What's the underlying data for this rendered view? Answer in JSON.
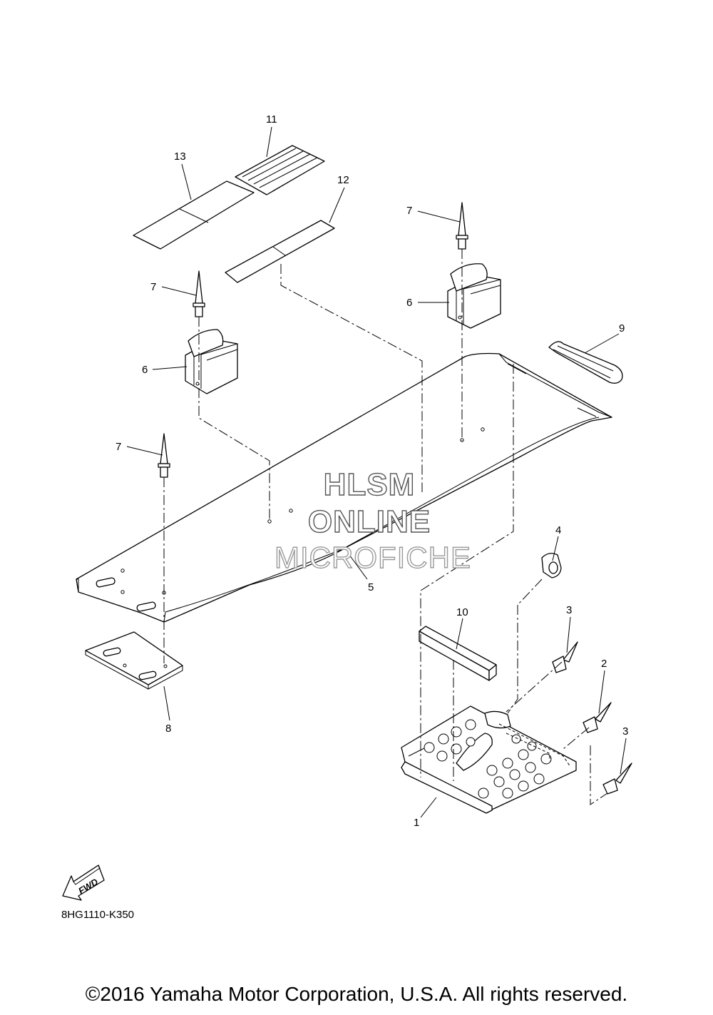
{
  "diagram": {
    "callouts": [
      {
        "id": "c1",
        "label": "1"
      },
      {
        "id": "c2",
        "label": "2"
      },
      {
        "id": "c3a",
        "label": "3"
      },
      {
        "id": "c3b",
        "label": "3"
      },
      {
        "id": "c4",
        "label": "4"
      },
      {
        "id": "c5",
        "label": "5"
      },
      {
        "id": "c6a",
        "label": "6"
      },
      {
        "id": "c6b",
        "label": "6"
      },
      {
        "id": "c7a",
        "label": "7"
      },
      {
        "id": "c7b",
        "label": "7"
      },
      {
        "id": "c7c",
        "label": "7"
      },
      {
        "id": "c8",
        "label": "8"
      },
      {
        "id": "c9",
        "label": "9"
      },
      {
        "id": "c10",
        "label": "10"
      },
      {
        "id": "c11",
        "label": "11"
      },
      {
        "id": "c12",
        "label": "12"
      },
      {
        "id": "c13",
        "label": "13"
      }
    ],
    "watermark": {
      "line1": "HLSM",
      "line2": "ONLINE",
      "line3": "MICROFICHE"
    },
    "fwd_label": "FWD",
    "drawing_code": "8HG1110-K350"
  },
  "footer": {
    "copyright": "©2016 Yamaha Motor Corporation, U.S.A. All rights reserved."
  }
}
